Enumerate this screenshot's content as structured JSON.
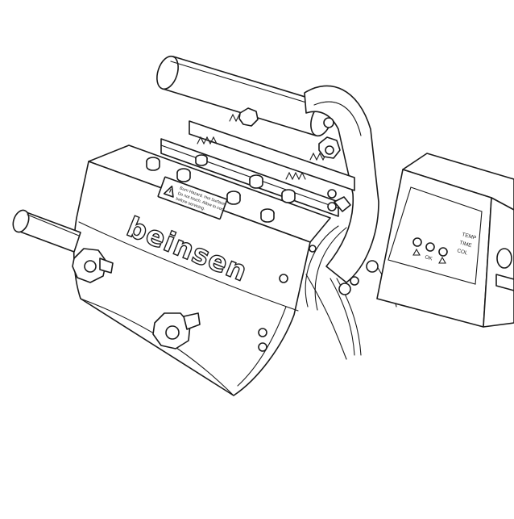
{
  "brand": "beinsen",
  "warning_label": {
    "lines": [
      "Burn Hazard. Hot Surface.",
      "Do not touch. Allow to cool",
      "before servicing."
    ]
  },
  "control_panel": {
    "temp_label": "TEMP",
    "time_label": "TIME",
    "col_label": "COL",
    "ok_label": "OK"
  },
  "colors": {
    "line": "#1a1a1a",
    "background": "#ffffff"
  }
}
